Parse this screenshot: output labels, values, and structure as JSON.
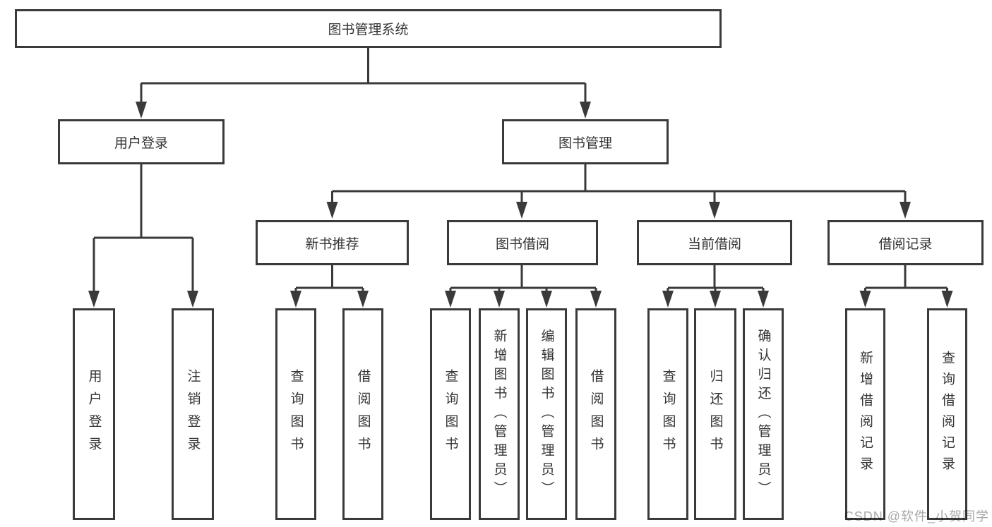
{
  "page": {
    "watermark": "CSDN @软件_小贺同学"
  },
  "tree": {
    "root": {
      "label": "图书管理系统",
      "children": [
        {
          "label": "用户登录",
          "children": [
            {
              "label": "用户登录"
            },
            {
              "label": "注销登录"
            }
          ]
        },
        {
          "label": "图书管理",
          "children": [
            {
              "label": "新书推荐",
              "children": [
                {
                  "label": "查询图书"
                },
                {
                  "label": "借阅图书"
                }
              ]
            },
            {
              "label": "图书借阅",
              "children": [
                {
                  "label": "查询图书"
                },
                {
                  "label": "新增图书（管理员）"
                },
                {
                  "label": "编辑图书（管理员）"
                },
                {
                  "label": "借阅图书"
                }
              ]
            },
            {
              "label": "当前借阅",
              "children": [
                {
                  "label": "查询图书"
                },
                {
                  "label": "归还图书"
                },
                {
                  "label": "确认归还（管理员）"
                }
              ]
            },
            {
              "label": "借阅记录",
              "children": [
                {
                  "label": "新增借阅记录"
                },
                {
                  "label": "查询借阅记录"
                }
              ]
            }
          ]
        }
      ]
    }
  }
}
